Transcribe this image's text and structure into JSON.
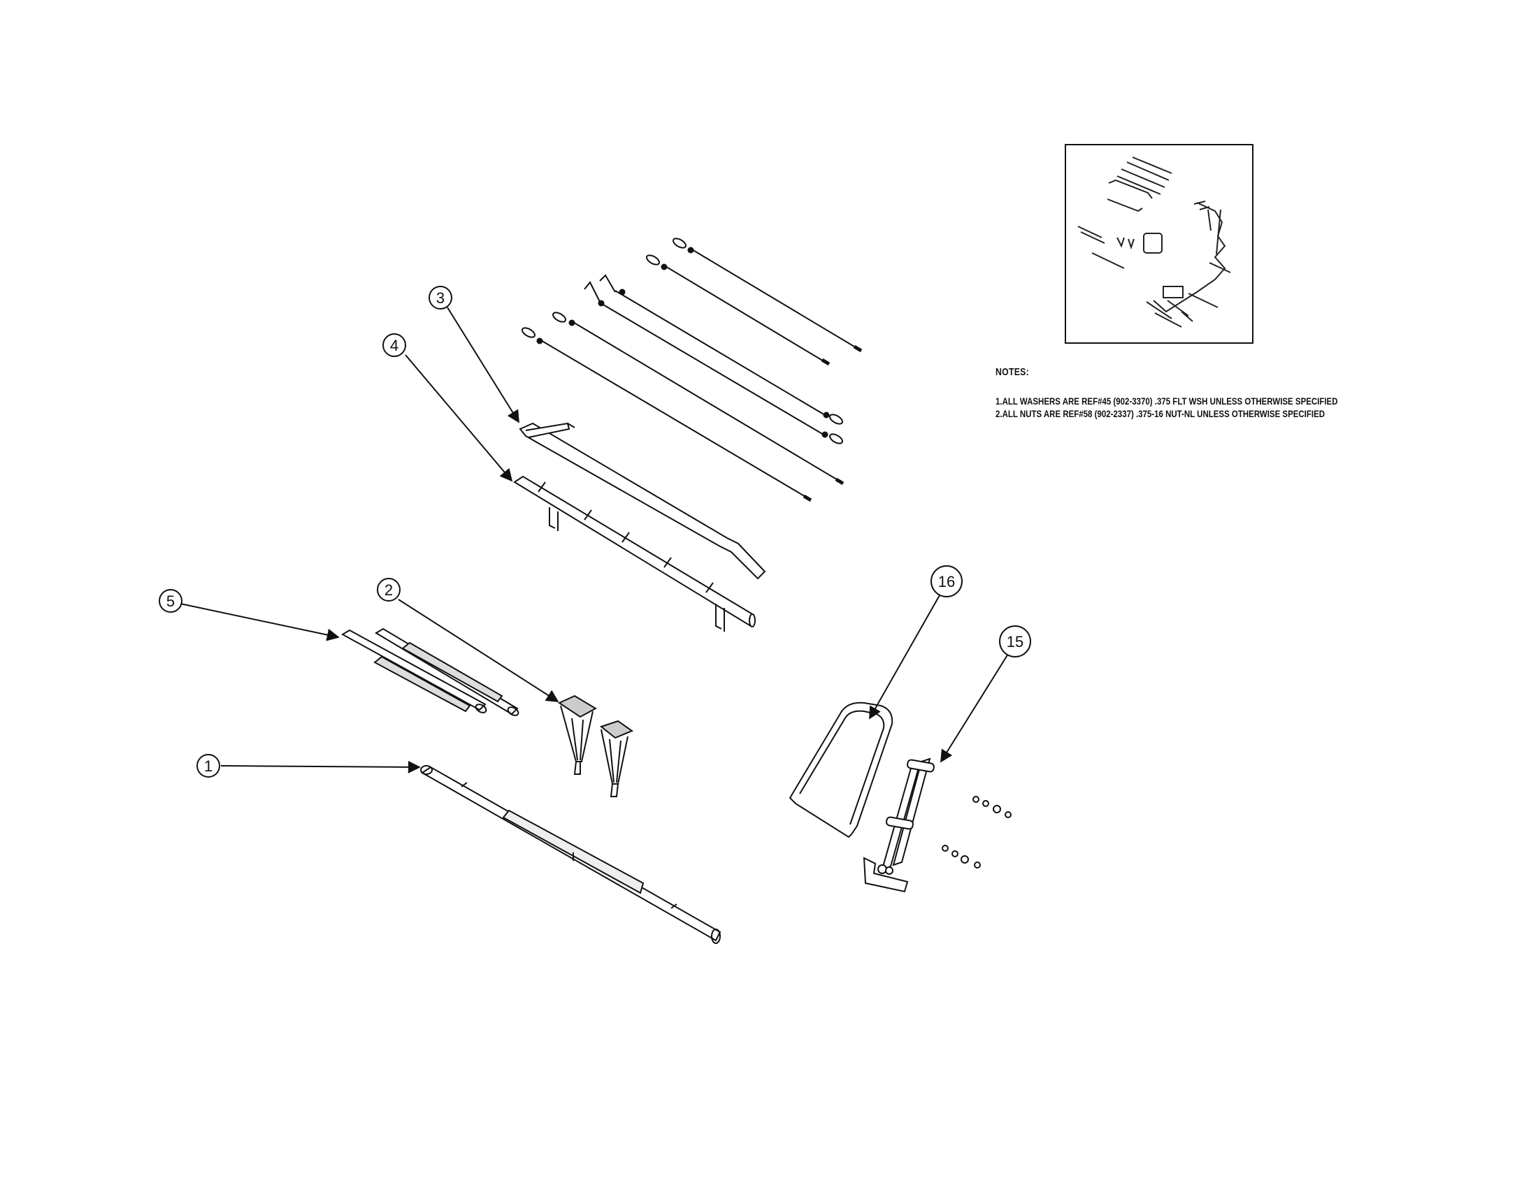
{
  "callouts": [
    {
      "label": "1"
    },
    {
      "label": "2"
    },
    {
      "label": "3"
    },
    {
      "label": "4"
    },
    {
      "label": "5"
    },
    {
      "label": "15"
    },
    {
      "label": "16"
    }
  ],
  "notes": {
    "title": "NOTES:",
    "items": [
      {
        "num": "1.",
        "text": "ALL WASHERS ARE REF#45 (902-3370) .375 FLT WSH UNLESS OTHERWISE SPECIFIED"
      },
      {
        "num": "2.",
        "text": "ALL NUTS ARE REF#58 (902-2337) .375-16 NUT-NL UNLESS OTHERWISE SPECIFIED"
      }
    ]
  }
}
